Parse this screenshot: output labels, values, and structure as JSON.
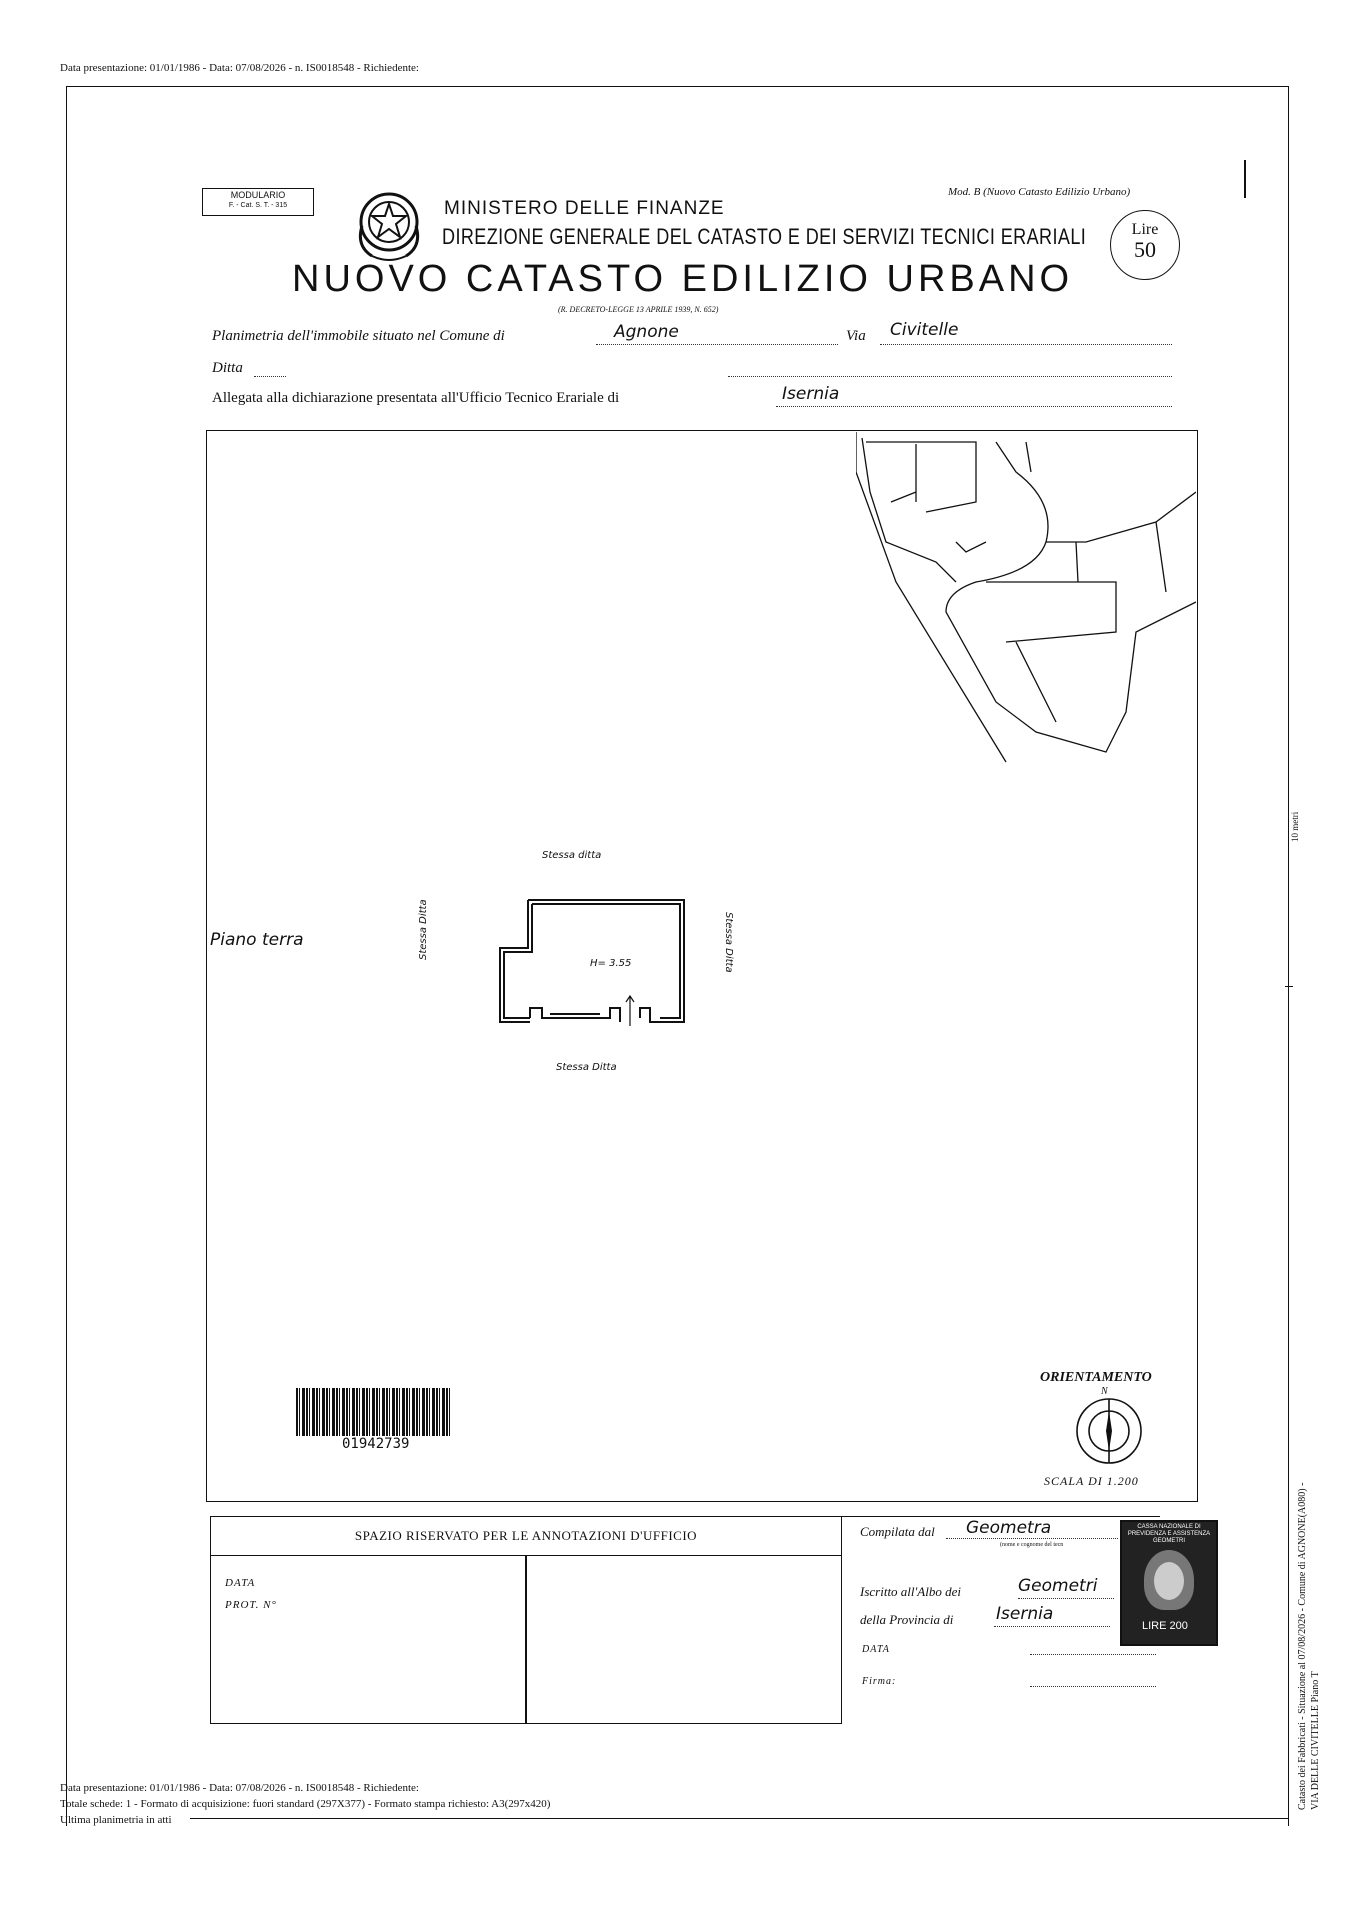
{
  "header_line": "Data presentazione: 01/01/1986 - Data: 07/08/2026 - n. IS0018548 - Richiedente:",
  "modulario": {
    "line1": "MODULARIO",
    "line2": "F. - Cat. S. T. - 315"
  },
  "mod_b": "Mod. B (Nuovo Catasto Edilizio Urbano)",
  "ministero": "MINISTERO DELLE FINANZE",
  "direzione": "DIREZIONE GENERALE DEL CATASTO E DEI SERVIZI TECNICI ERARIALI",
  "title": "NUOVO CATASTO EDILIZIO URBANO",
  "decreto": "(R. DECRETO-LEGGE 13 APRILE 1939, N. 652)",
  "lire": {
    "label": "Lire",
    "value": "50"
  },
  "form": {
    "planimetria_label": "Planimetria dell'immobile situato nel Comune di",
    "comune": "Agnone",
    "via_label": "Via",
    "via": "Civitelle",
    "ditta_label": "Ditta",
    "allegata_label": "Allegata alla dichiarazione presentata all'Ufficio Tecnico Erariale di",
    "ufficio": "Isernia"
  },
  "plan": {
    "piano": "Piano terra",
    "stessa_top": "Stessa ditta",
    "stessa_bottom": "Stessa Ditta",
    "stessa_left": "Stessa Ditta",
    "stessa_right": "Stessa Ditta",
    "room_label": "H= 3.55"
  },
  "barcode_number": "01942739",
  "orientamento": "ORIENTAMENTO",
  "north": "N",
  "scala": "SCALA DI 1.200",
  "side_mark": "10 metri",
  "ufficio_box": {
    "title": "SPAZIO RISERVATO PER LE ANNOTAZIONI D'UFFICIO",
    "data": "DATA",
    "prot": "PROT. N°"
  },
  "compilata": {
    "compilata_label": "Compilata dal",
    "compilata_value": "Geometra",
    "nome_hint": "(nome e cognome del tecn",
    "iscritto_label": "Iscritto all'Albo dei",
    "iscritto_value": "Geometri",
    "provincia_label": "della Provincia di",
    "provincia_value": "Isernia",
    "data_label": "DATA",
    "firma_label": "Firma:"
  },
  "stamp": {
    "line1": "CASSA NAZIONALE DI",
    "line2": "PREVIDENZA E ASSISTENZA",
    "line3": "GEOMETRI",
    "value": "LIRE 200"
  },
  "footer": {
    "line1": "Data presentazione: 01/01/1986 - Data: 07/08/2026 - n. IS0018548 - Richiedente:",
    "line2": "Totale schede: 1 - Formato di acquisizione: fuori standard (297X377) - Formato stampa richiesto: A3(297x420)",
    "line3": "Ultima planimetria in atti"
  },
  "side_text": {
    "line1": "Catasto dei Fabbricati - Situazione al 07/08/2026 - Comune di AGNONE(A080) -",
    "line2": "VIA DELLE CIVITELLE Piano T"
  }
}
